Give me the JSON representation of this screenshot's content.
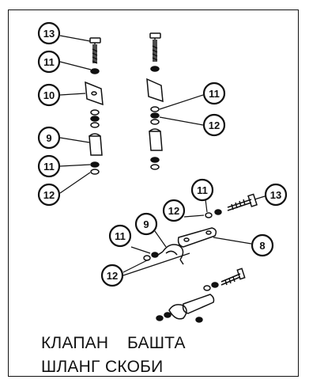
{
  "callouts": {
    "c13a": "13",
    "c11a": "11",
    "c10": "10",
    "c9a": "9",
    "c11b": "11",
    "c12a": "12",
    "c11c": "11",
    "c12b": "12",
    "c11d": "11",
    "c13b": "13",
    "c12c": "12",
    "c9b": "9",
    "c11e": "11",
    "c8": "8",
    "c12d": "12"
  },
  "caption": {
    "line1_left": "КЛАПАН",
    "line1_right": "БАШТА",
    "line2_left": "ШЛАНГ",
    "line2_right": "СКОБИ"
  }
}
